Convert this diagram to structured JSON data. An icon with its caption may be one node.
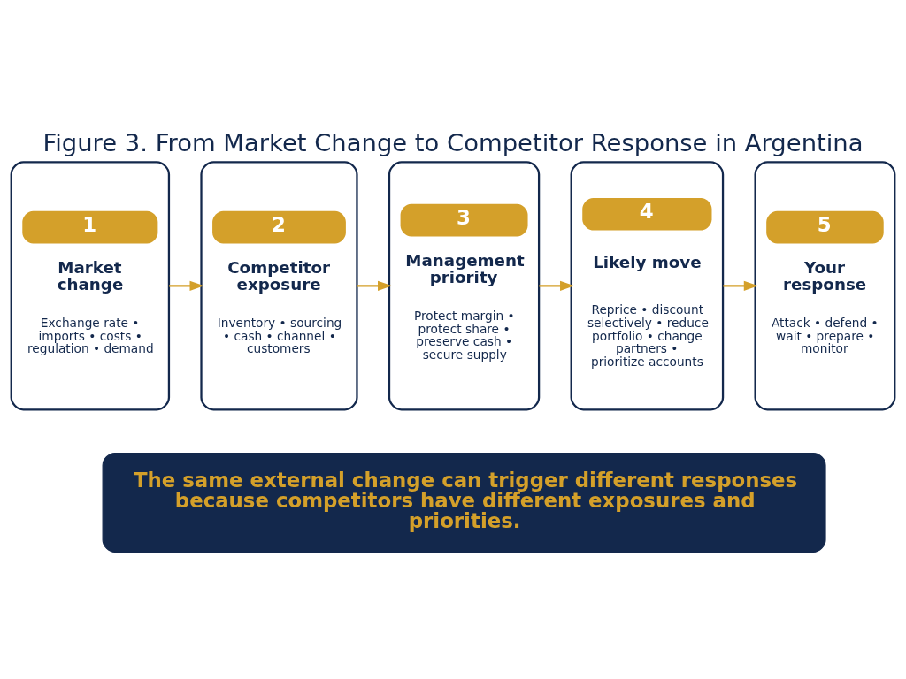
{
  "diagram": {
    "title": "Figure 3. From Market Change to Competitor Response in Argentina",
    "nodes": [
      {
        "text": [
          "1",
          "Market change",
          "Exchange rate • imports • costs • regulation • demand"
        ]
      },
      {
        "text": [
          "2",
          "Competitor exposure",
          "Inventory • sourcing • cash • channel • customers"
        ]
      },
      {
        "text": [
          "3",
          "Management priority",
          "Protect margin • protect share • preserve cash • secure supply"
        ]
      },
      {
        "text": [
          "4",
          "Likely move",
          "Reprice • discount selectively • reduce portfolio • change partners • prioritize accounts"
        ]
      },
      {
        "text": [
          "5",
          "Your response",
          "Attack • defend • wait • prepare • monitor"
        ]
      },
      {
        "text": [
          "The same external change can trigger different responses because competitors have different exposures and priorities."
        ]
      }
    ],
    "edges": [
      {
        "from": 0,
        "to": 1,
        "arrow": "to"
      },
      {
        "from": 1,
        "to": 2,
        "arrow": "to"
      },
      {
        "from": 2,
        "to": 3,
        "arrow": "to"
      },
      {
        "from": 3,
        "to": 4,
        "arrow": "to"
      }
    ]
  }
}
